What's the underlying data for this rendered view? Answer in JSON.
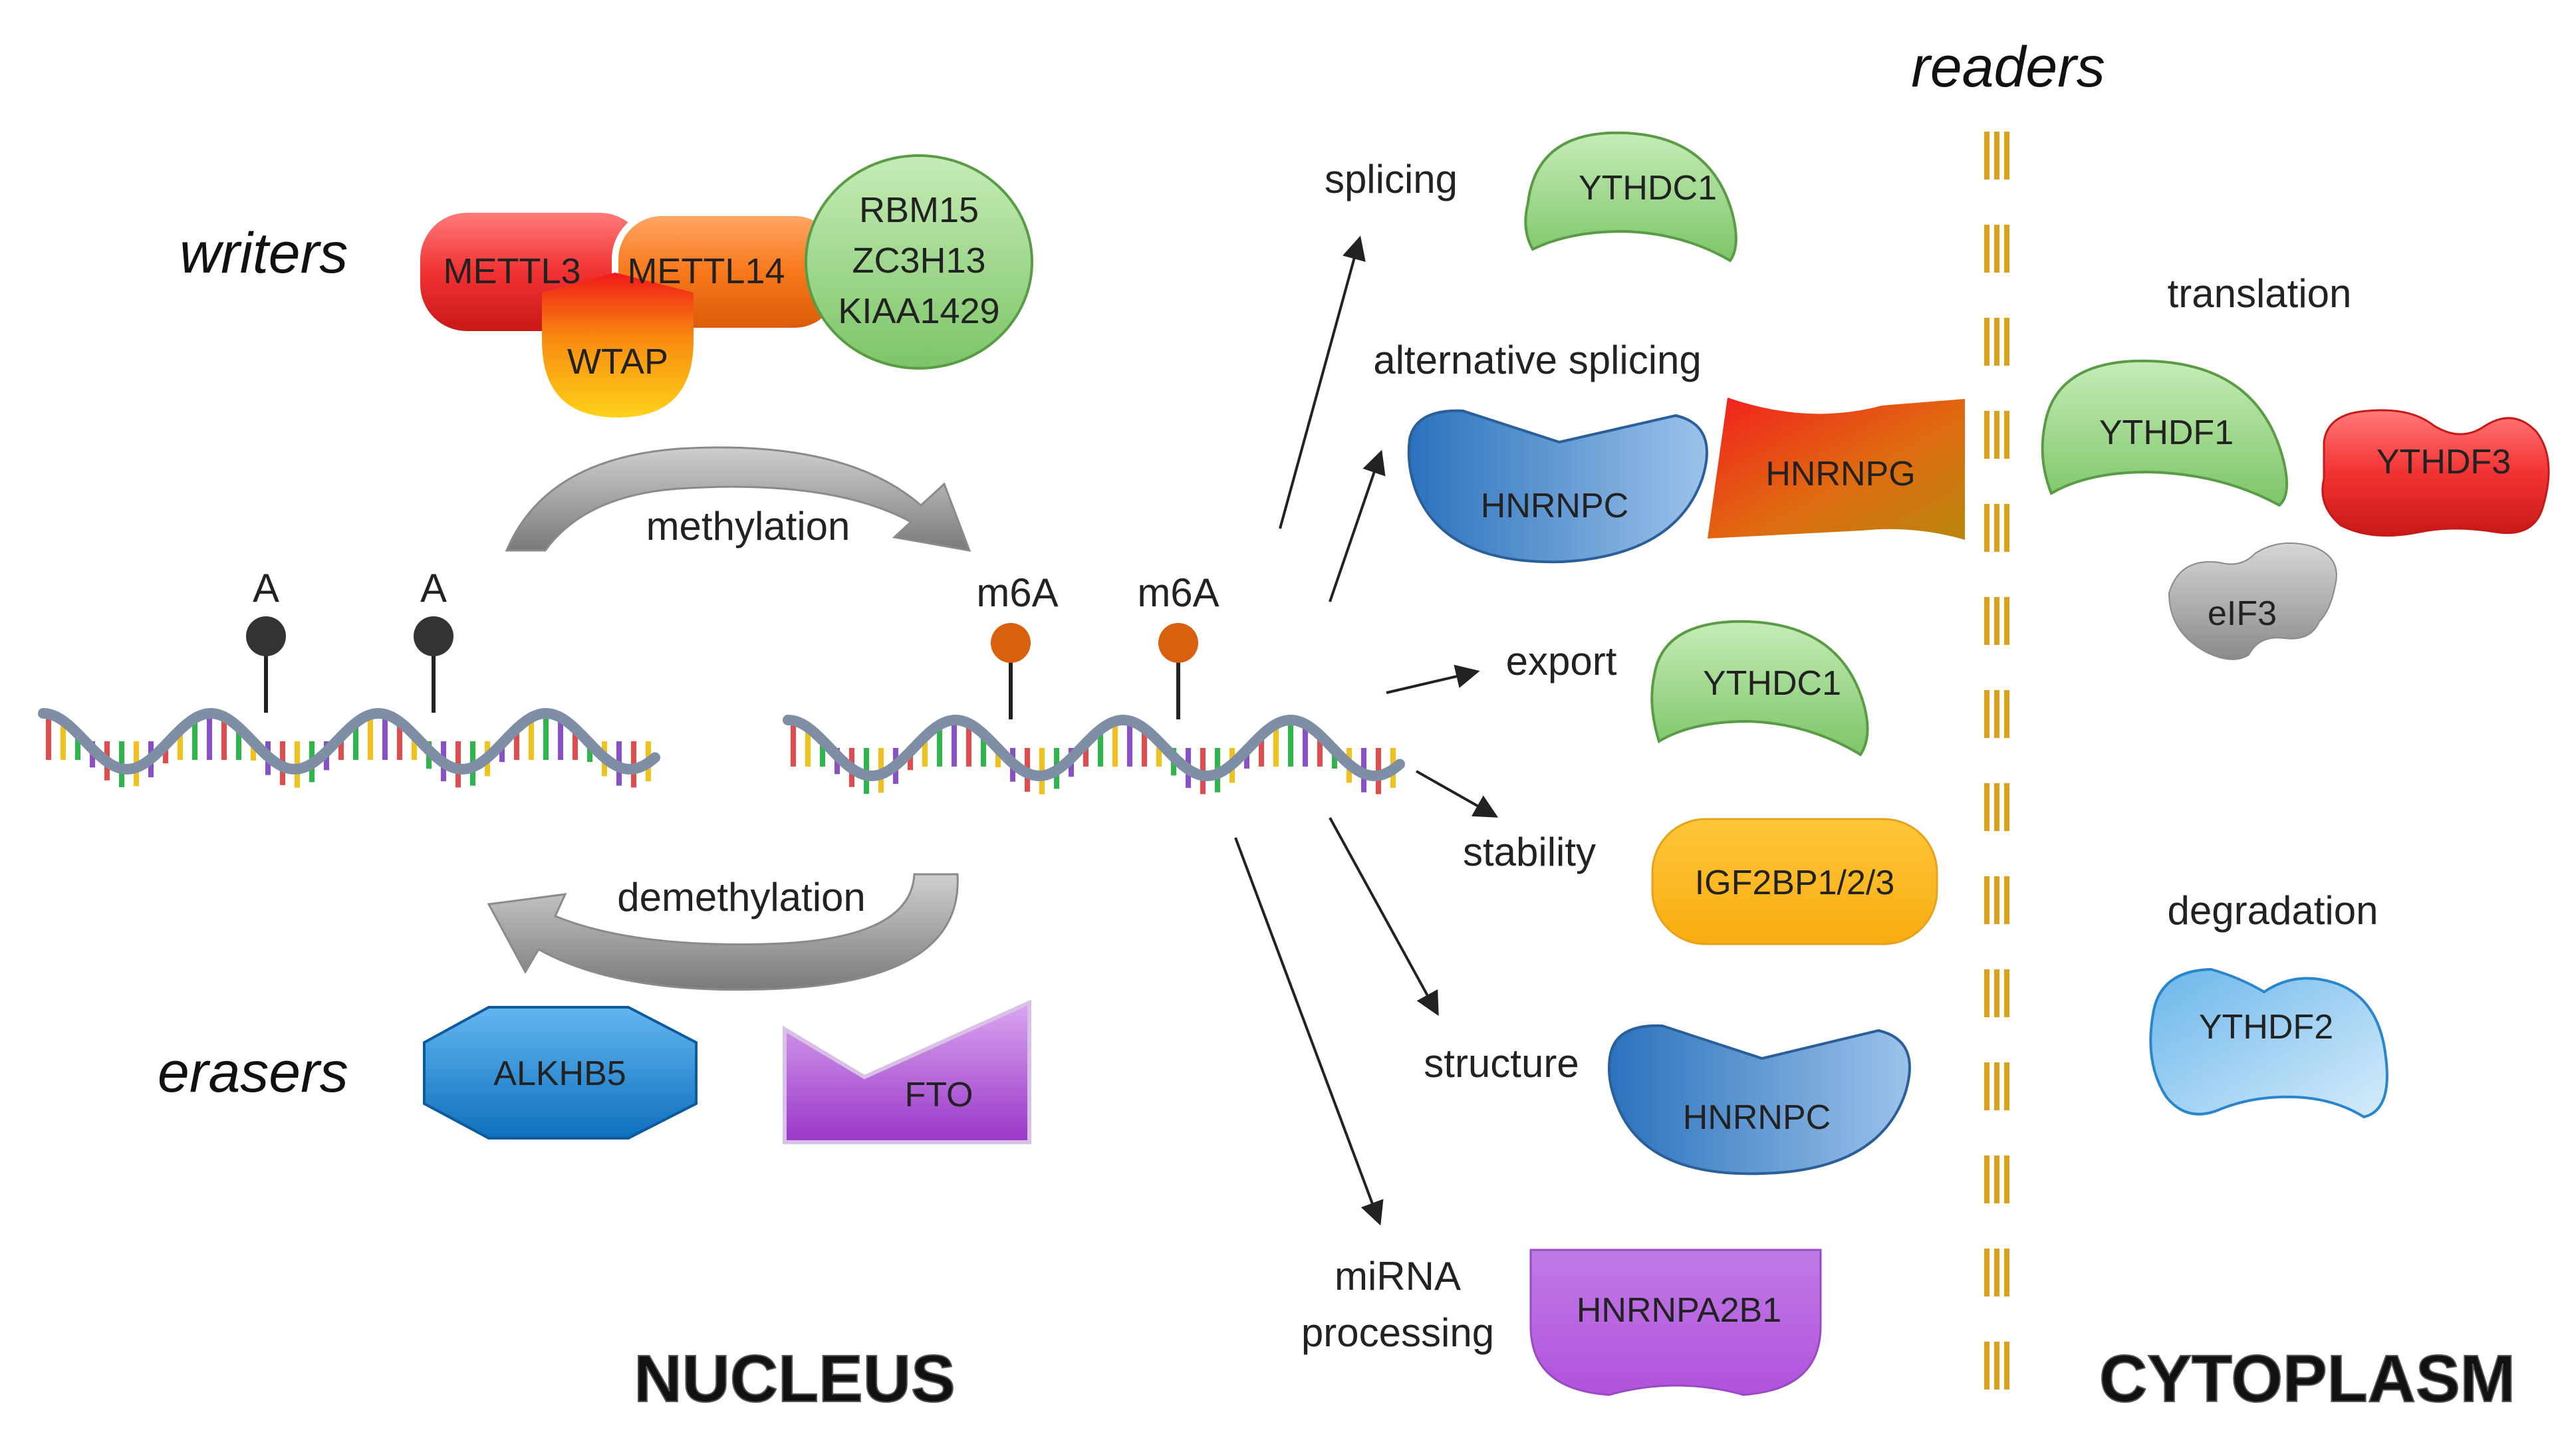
{
  "headings": {
    "writers": "writers",
    "erasers": "erasers",
    "readers": "readers",
    "nucleus": "NUCLEUS",
    "cytoplasm": "CYTOPLASM"
  },
  "writers": {
    "mettl3": "METTL3",
    "mettl14": "METTL14",
    "wtap": "WTAP",
    "rbm15": "RBM15",
    "zc3h13": "ZC3H13",
    "kiaa1429": "KIAA1429"
  },
  "erasers": {
    "alkhb5": "ALKHB5",
    "fto": "FTO"
  },
  "process": {
    "methylation": "methylation",
    "demethylation": "demethylation",
    "base_a": "A",
    "base_m6a": "m6A"
  },
  "functions": {
    "splicing": "splicing",
    "alternative_splicing": "alternative splicing",
    "export": "export",
    "stability": "stability",
    "structure": "structure",
    "mirna_line1": "miRNA",
    "mirna_line2": "processing",
    "translation": "translation",
    "degradation": "degradation"
  },
  "readers": {
    "ythdc1_splicing": "YTHDC1",
    "hnrnpc_alt": "HNRNPC",
    "hnrnpg": "HNRNPG",
    "ythdc1_export": "YTHDC1",
    "igf2bp": "IGF2BP1/2/3",
    "hnrnpc_structure": "HNRNPC",
    "hnrnpa2b1": "HNRNPA2B1",
    "ythdf1": "YTHDF1",
    "ythdf3": "YTHDF3",
    "eif3": "eIF3",
    "ythdf2": "YTHDF2"
  },
  "colors": {
    "red": "#f33a3a",
    "orange": "#f97a1a",
    "green": "#8fd07a",
    "blue": "#3a8ad0",
    "purple": "#b35ad8",
    "gold": "#d9a21a",
    "gray": "#9a9a9a",
    "m6a_dot": "#d9600f",
    "a_dot": "#333333"
  }
}
